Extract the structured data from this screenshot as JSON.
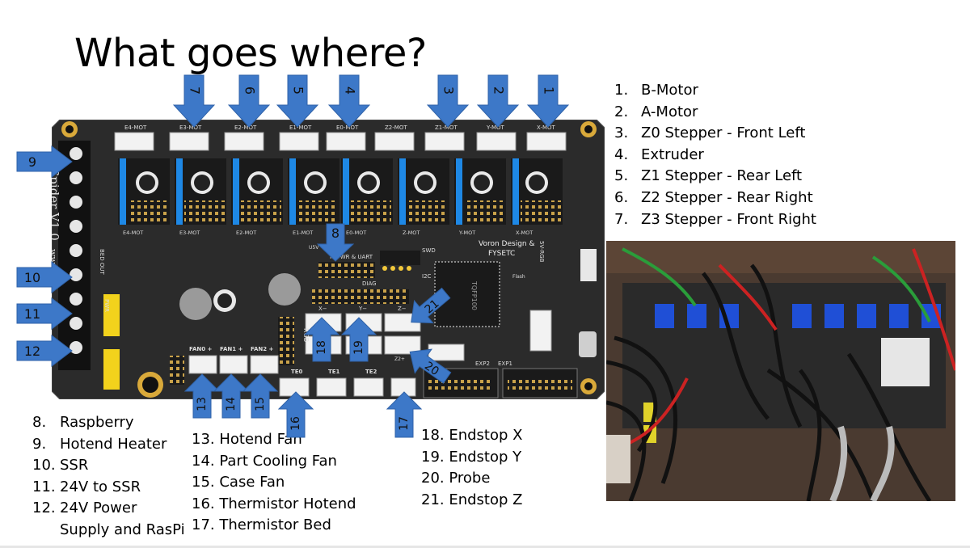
{
  "slide": {
    "title": "What goes where?"
  },
  "list_top": [
    {
      "num": "1.",
      "text": "B-Motor"
    },
    {
      "num": "2.",
      "text": "A-Motor"
    },
    {
      "num": "3.",
      "text": "Z0 Stepper - Front Left"
    },
    {
      "num": "4.",
      "text": "Extruder"
    },
    {
      "num": "5.",
      "text": "Z1 Stepper - Rear Left"
    },
    {
      "num": "6.",
      "text": "Z2 Stepper - Rear Right"
    },
    {
      "num": "7.",
      "text": "Z3 Stepper - Front Right"
    }
  ],
  "list_a": [
    {
      "num": "8.",
      "text": "Raspberry"
    },
    {
      "num": "9.",
      "text": "Hotend Heater"
    },
    {
      "num": "10.",
      "text": "SSR"
    },
    {
      "num": "11.",
      "text": "24V to SSR"
    },
    {
      "num": "12.",
      "text": "24V Power"
    },
    {
      "text": "Supply and RasPi"
    }
  ],
  "list_b": [
    {
      "text": "13. Hotend Fan"
    },
    {
      "text": "14. Part Cooling Fan"
    },
    {
      "text": "15. Case Fan"
    },
    {
      "text": "16. Thermistor Hotend"
    },
    {
      "text": "17. Thermistor Bed"
    }
  ],
  "list_c": [
    {
      "text": "18. Endstop X"
    },
    {
      "text": "19. Endstop Y"
    },
    {
      "text": "20. Probe"
    },
    {
      "text": "21. Endstop Z"
    }
  ],
  "arrow_numbers": {
    "a1": "1",
    "a2": "2",
    "a3": "3",
    "a4": "4",
    "a5": "5",
    "a6": "6",
    "a7": "7",
    "a8": "8",
    "a9": "9",
    "a10": "10",
    "a11": "11",
    "a12": "12",
    "a13": "13",
    "a14": "14",
    "a15": "15",
    "a16": "16",
    "a17": "17",
    "a18": "18",
    "a19": "19",
    "a20": "20",
    "a21": "21"
  },
  "board": {
    "connectors_top": [
      "E4-MOT",
      "E3-MOT",
      "E2-MOT",
      "E1-MOT",
      "E0-MOT",
      "Z2-MOT",
      "Z1-MOT",
      "Y-MOT",
      "X-MOT"
    ],
    "connectors_row": [
      "E4-MOT",
      "E3-MOT",
      "E2-MOT",
      "E1-MOT",
      "E0-MOT",
      "Z-MOT",
      "Y-MOT",
      "X-MOT"
    ],
    "side_text": "Spider V1.0",
    "side_text2": "www.",
    "brand_line1": "Voron Design &",
    "brand_line2": "FYSETC",
    "pi_label": "PI PWR & UART",
    "diag_label": "DIAG",
    "fans": [
      "FAN0 +",
      "FAN1 +",
      "FAN2 +"
    ],
    "therms": [
      "TE0",
      "TE1",
      "TE2"
    ],
    "exp": [
      "EXP2",
      "EXP1"
    ],
    "chip": "TQFP100",
    "endstops": [
      "X−",
      "Y−",
      "Z−"
    ],
    "misc": [
      "RGB",
      "PWR",
      "BED OUT",
      "SWD",
      "I2C",
      "5V-RGB",
      "U5V",
      "Flash",
      "Z2+"
    ]
  },
  "colors": {
    "arrow": "#3d78c8",
    "arrow_edge": "#2f62a8",
    "board": "#2b2b2b",
    "stepper_blue": "#1e88e5"
  }
}
